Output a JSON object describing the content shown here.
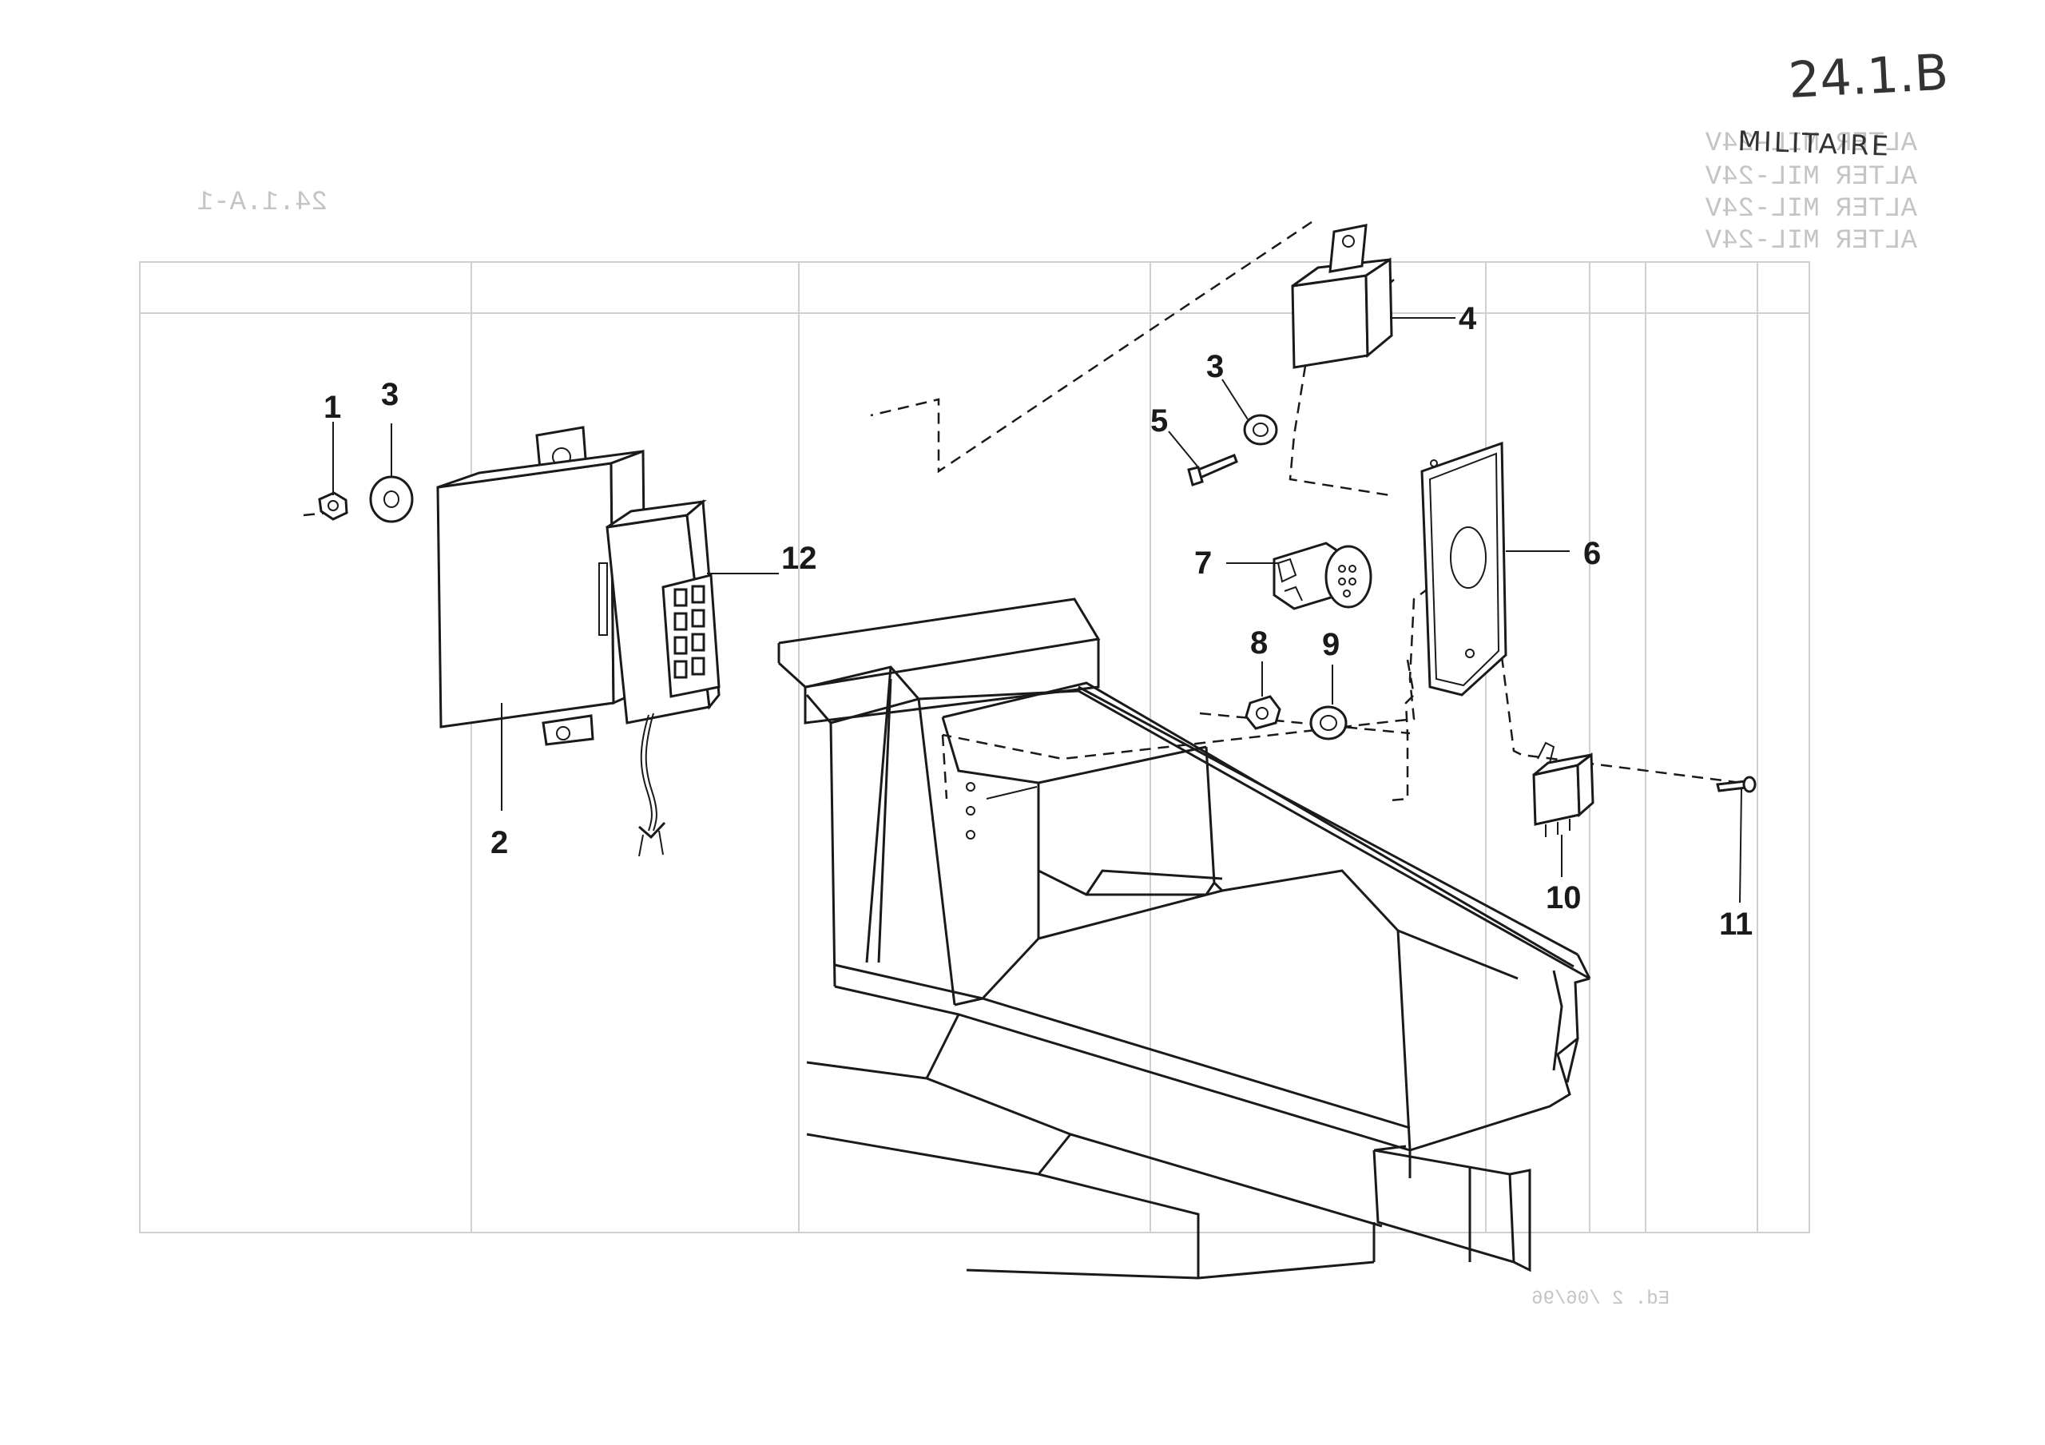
{
  "page": {
    "reference": "24.1.B",
    "variant": "MILITAIRE",
    "bleed_through": {
      "section": "24.1.A-1",
      "model_lines": [
        "ALTER MIL-24V",
        "ALTER MIL-24V",
        "ALTER MIL-24V",
        "ALTER MIL-24V"
      ],
      "footer": "Ed. 2 /06/96"
    }
  },
  "callouts": [
    {
      "id": "1",
      "label": "1"
    },
    {
      "id": "2",
      "label": "2"
    },
    {
      "id": "3a",
      "label": "3"
    },
    {
      "id": "3b",
      "label": "3"
    },
    {
      "id": "4",
      "label": "4"
    },
    {
      "id": "5",
      "label": "5"
    },
    {
      "id": "6",
      "label": "6"
    },
    {
      "id": "7",
      "label": "7"
    },
    {
      "id": "8",
      "label": "8"
    },
    {
      "id": "9",
      "label": "9"
    },
    {
      "id": "10",
      "label": "10"
    },
    {
      "id": "11",
      "label": "11"
    },
    {
      "id": "12",
      "label": "12"
    }
  ]
}
